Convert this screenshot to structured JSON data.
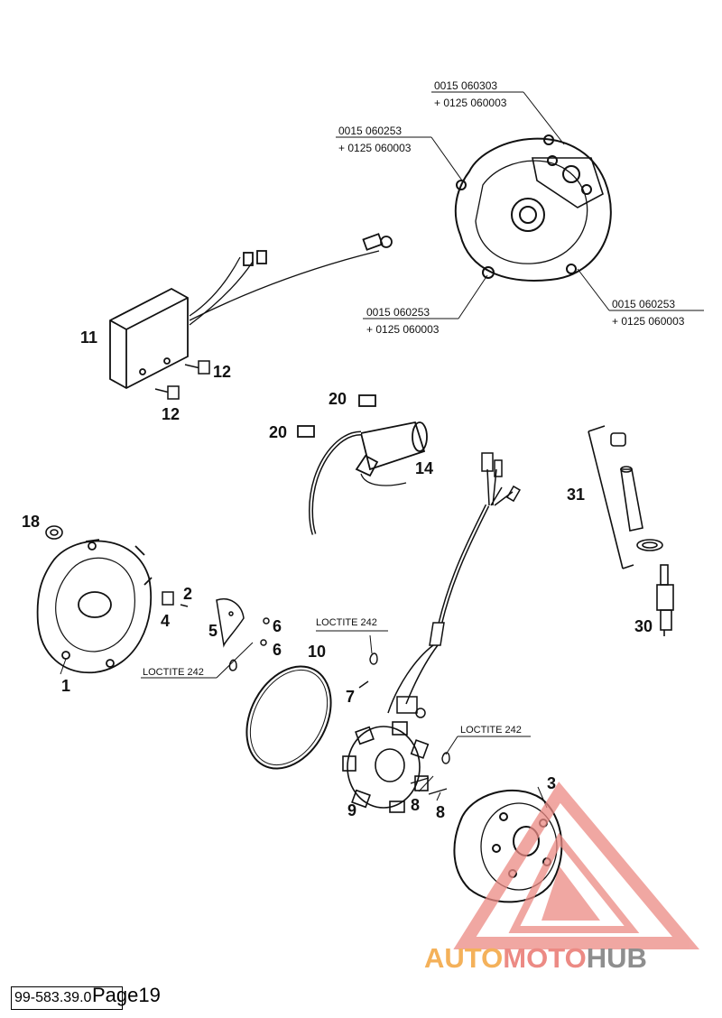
{
  "callouts": {
    "p1": "1",
    "p2": "2",
    "p3": "3",
    "p4": "4",
    "p5": "5",
    "p6a": "6",
    "p6b": "6",
    "p7": "7",
    "p8a": "8",
    "p8b": "8",
    "p9": "9",
    "p10": "10",
    "p11": "11",
    "p12a": "12",
    "p12b": "12",
    "p14": "14",
    "p18": "18",
    "p20a": "20",
    "p20b": "20",
    "p30": "30",
    "p31": "31"
  },
  "part_refs": {
    "top_code": "0015 060303",
    "top_code_plus": "+ 0125 060003",
    "left_code": "0015 060253",
    "left_code_plus": "+ 0125 060003",
    "bottom_code": "0015 060253",
    "bottom_code_plus": "+ 0125 060003",
    "right_code": "0015 060253",
    "right_code_plus": "+ 0125 060003"
  },
  "loctite": {
    "a": "LOCTITE 242",
    "b": "LOCTITE 242",
    "c": "LOCTITE 242"
  },
  "footer": {
    "doc_code": "99-583.39.0",
    "page": "Page19"
  },
  "watermark": {
    "part1": "AUTO",
    "part2": "MOTO",
    "part3": "HUB"
  },
  "colors": {
    "line": "#111111",
    "watermark_red": "#ec8a84",
    "watermark_orange": "#f4b15a",
    "watermark_gray": "#8e8e8e"
  }
}
